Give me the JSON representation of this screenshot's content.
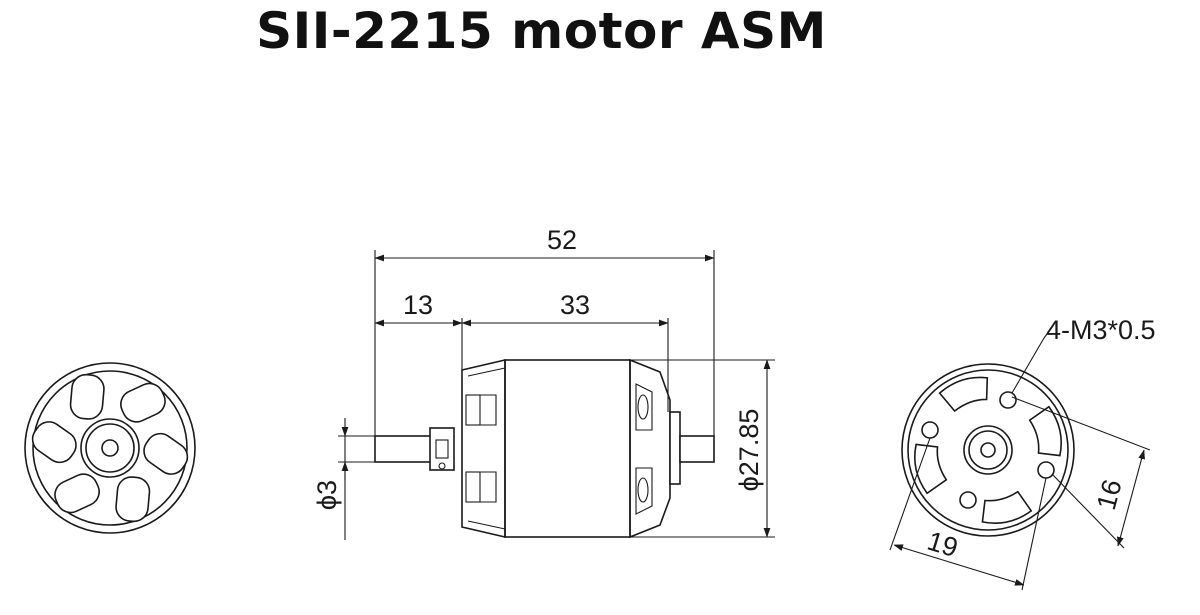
{
  "title": "SII-2215 motor ASM",
  "dimensions": {
    "overall_length": "52",
    "shaft_length": "13",
    "body_length": "33",
    "body_diameter": "27.85",
    "shaft_diameter": "3",
    "mount_thread": "4-M3*0.5",
    "hole_spacing_a": "16",
    "hole_spacing_b": "19"
  },
  "symbols": {
    "diameter": "ϕ"
  }
}
